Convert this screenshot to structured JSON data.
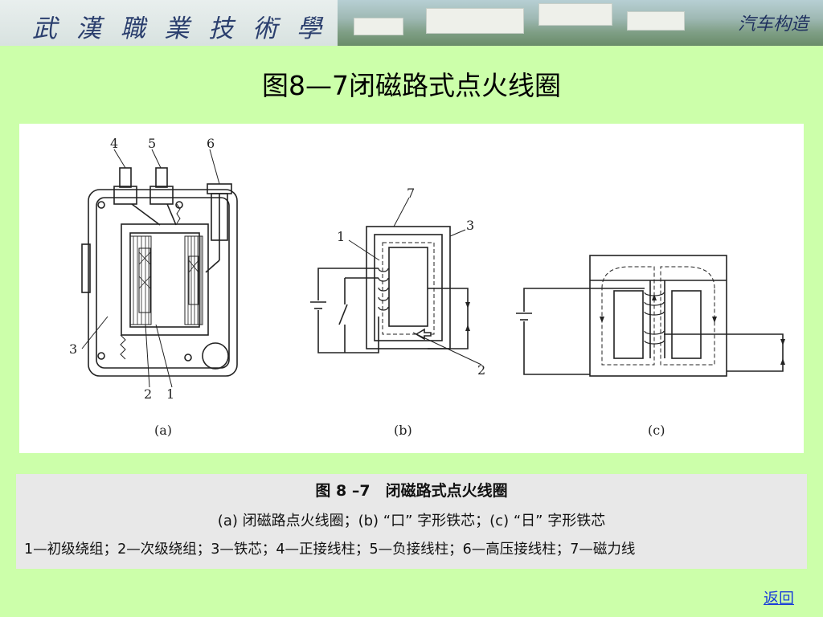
{
  "banner": {
    "school": "武 漢 職 業 技 術 學 院",
    "course": "汽车构造"
  },
  "slide": {
    "title": "图8—7闭磁路式点火线圈"
  },
  "figure": {
    "sub_labels": [
      "(a)",
      "(b)",
      "(c)"
    ],
    "callouts": {
      "a": [
        "4",
        "5",
        "6",
        "3",
        "2",
        "1"
      ],
      "b": [
        "7",
        "1",
        "3",
        "2"
      ]
    }
  },
  "caption": {
    "line1": "图 8 –7　闭磁路式点火线圈",
    "line2": "(a) 闭磁路点火线圈；(b) “口” 字形铁芯；(c) “日” 字形铁芯",
    "line3": "1—初级绕组；2—次级绕组；3—铁芯；4—正接线柱；5—负接线柱；6—高压接线柱；7—磁力线"
  },
  "nav": {
    "back_label": "返回"
  },
  "colors": {
    "background": "#ccffaa",
    "link": "#1a3fd8"
  }
}
